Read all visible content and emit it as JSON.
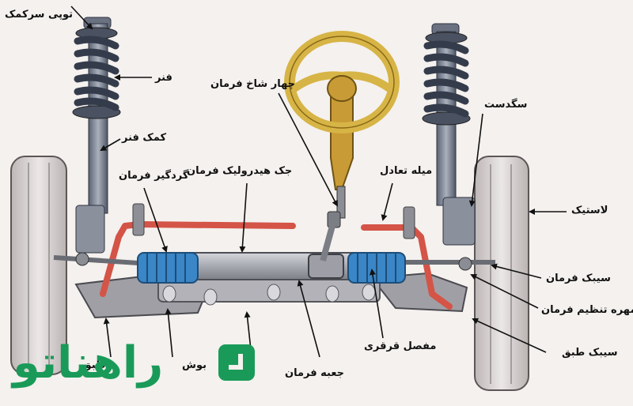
{
  "labels": {
    "strut_cap": "توپی سرکمک",
    "spring": "فنر",
    "shock_absorber": "کمک فنر",
    "steering_wheel_joint": "چهار شاخ فرمان",
    "hydraulic_rack": "جک هیدرولیک فرمان",
    "steering_boot": "گردگیر فرمان",
    "stabilizer_bar": "میله تعادل",
    "knuckle": "سگدست",
    "tire": "لاستیک",
    "tie_rod": "سیبک فرمان",
    "adjusting_nut": "مهره تنظیم فرمان",
    "ball_joint": "سیبک طبق",
    "universal_joint": "مفصل قرقری",
    "steering_box": "جعبه فرمان",
    "partial_left_1": "طبق",
    "partial_left_2": "بوش"
  },
  "watermark": {
    "text": "راهناتو"
  },
  "colors": {
    "wheel": "#d9d4d3",
    "spring": "#3a4355",
    "shock": "#6b7382",
    "steering_wheel": "#d8b545",
    "column": "#c79a35",
    "rack": "#a8aab2",
    "boot": "#3d86c4",
    "stabilizer": "#d95a4e",
    "arm": "#9b9aa0",
    "brand_green": "#1a9a58"
  }
}
